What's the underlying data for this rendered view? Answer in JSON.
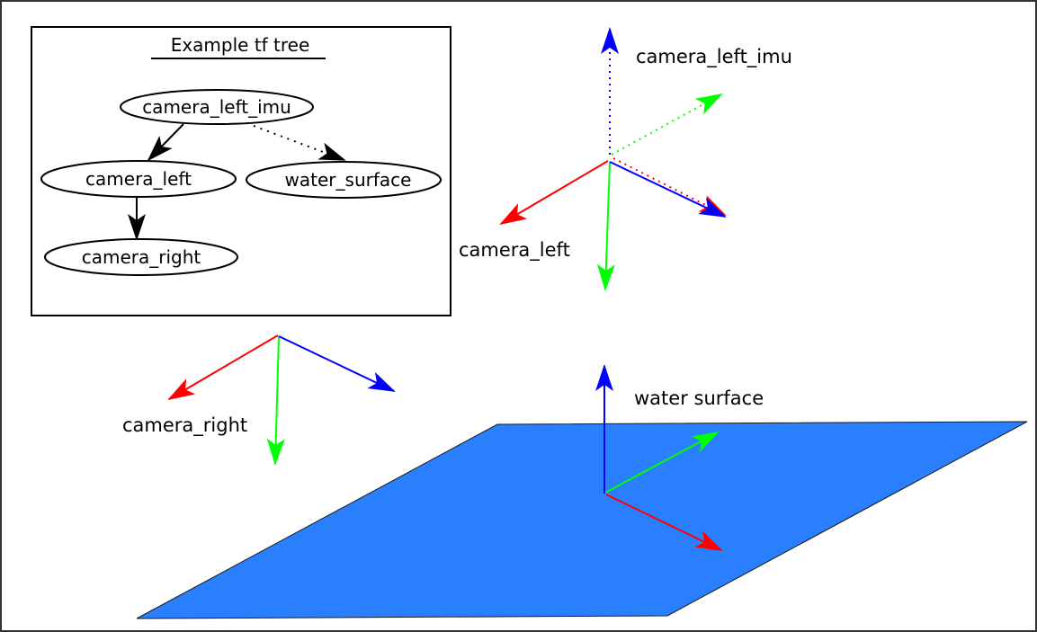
{
  "colors": {
    "x_axis": "#ff0000",
    "y_axis": "#00ff00",
    "z_axis": "#0000ff",
    "plane": "#2a7fff",
    "ink": "#000000"
  },
  "tree": {
    "title": "Example tf tree",
    "nodes": {
      "imu": "camera_left_imu",
      "left": "camera_left",
      "water": "water_surface",
      "right": "camera_right"
    }
  },
  "frames": {
    "camera_left_imu": "camera_left_imu",
    "camera_left": "camera_left",
    "camera_right": "camera_right",
    "water_surface": "water surface"
  }
}
